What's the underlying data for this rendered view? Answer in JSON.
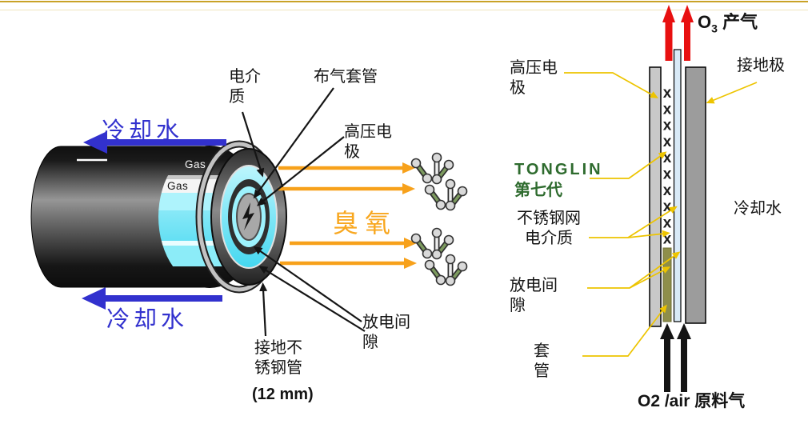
{
  "slide": {
    "background": "#FFFFFF",
    "accent_line_color": "#C9A227"
  },
  "left_diagram": {
    "labels": {
      "dielectric": "电介\n质",
      "gas_distribution_sleeve": "布气套管",
      "high_voltage_electrode": "高压电\n极",
      "cooling_water_top": "冷却水",
      "cooling_water_bottom": "冷却水",
      "gas_outer": "Gas",
      "gas_inner": "Gas",
      "ozone": "臭氧",
      "discharge_gap": "放电间\n隙",
      "grounded_stainless_tube": "接地不\n锈钢管",
      "grounded_tube_diameter": "(12 mm)"
    },
    "colors": {
      "cooling_water_blue": "#3231CE",
      "ozone_orange": "#F7A11B",
      "cylinder_cyan": "#5FE2F6"
    }
  },
  "right_diagram": {
    "labels": {
      "o3_main": "O",
      "o3_sub": "3",
      "o3_rest": " 产气",
      "high_voltage_electrode": "高压电\n极",
      "ground_electrode": "接地极",
      "brand": "TONGLIN",
      "generation": "第七代",
      "mesh_dielectric": "不锈钢网\n电介质",
      "discharge_gap": "放电间\n隙",
      "sleeve": "套\n管",
      "cooling_water": "冷却水",
      "feed_gas": "O2 /air 原料气"
    },
    "mesh_marks": {
      "glyph": "x",
      "count": 10
    },
    "colors": {
      "brand_green": "#2E6B2E",
      "o3_arrow_red": "#E81010",
      "feed_arrow_black": "#141414",
      "leader_yellow": "#EDC400",
      "hv_bar_gray": "#C8C8C8",
      "ground_bar_gray": "#9C9C9C",
      "sleeve_olive": "#8E8E4A",
      "tube_light_blue": "#D9EAF7"
    }
  }
}
